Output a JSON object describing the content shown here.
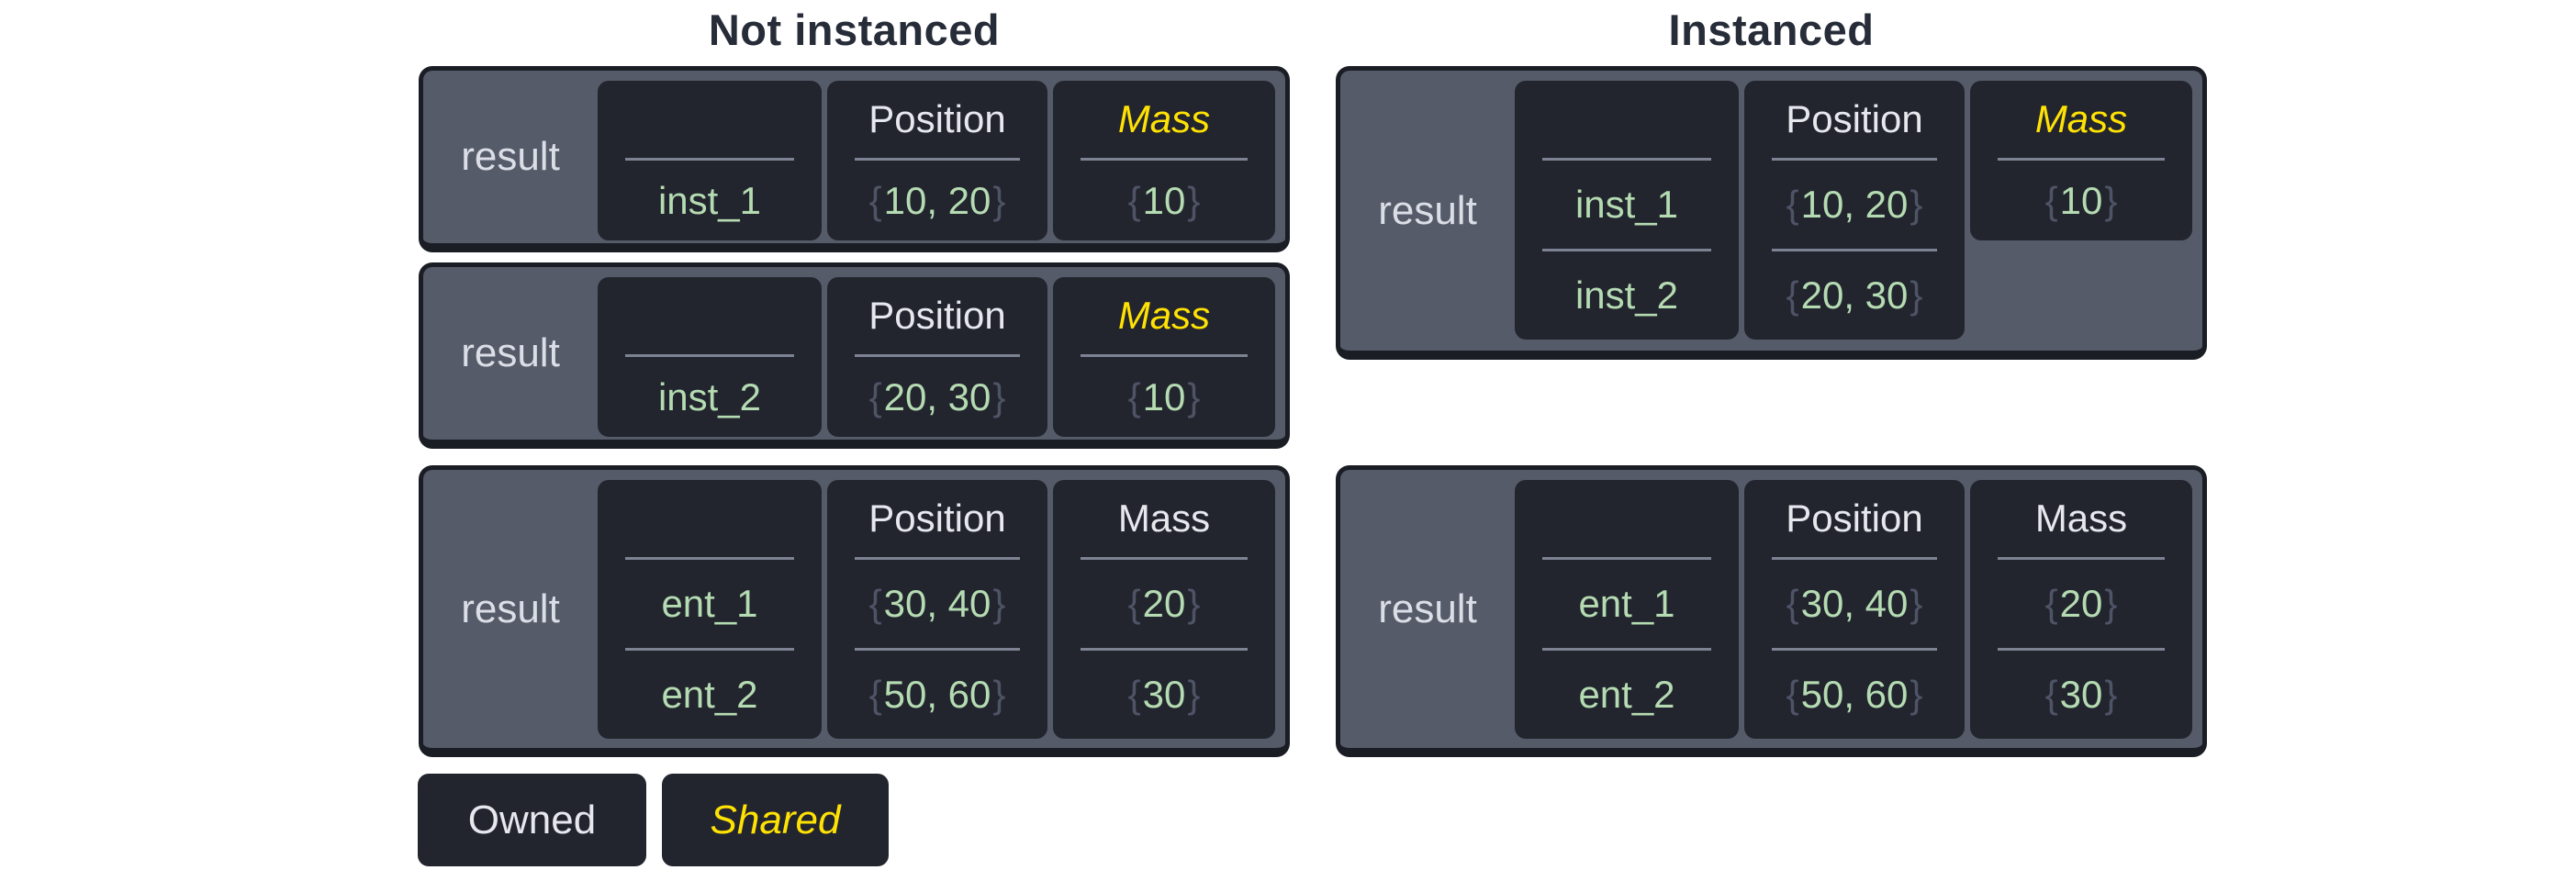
{
  "diagram": {
    "sections": [
      {
        "title": "Not instanced",
        "boxes": [
          {
            "label": "result",
            "cells": [
              {
                "header": "",
                "rows": [
                  {
                    "text": "inst_1"
                  }
                ]
              },
              {
                "header": "Position",
                "rows": [
                  {
                    "value": "10, 20",
                    "braced": true
                  }
                ]
              },
              {
                "header": "Mass",
                "shared": true,
                "rows": [
                  {
                    "value": "10",
                    "braced": true
                  }
                ]
              }
            ]
          },
          {
            "label": "result",
            "cells": [
              {
                "header": "",
                "rows": [
                  {
                    "text": "inst_2"
                  }
                ]
              },
              {
                "header": "Position",
                "rows": [
                  {
                    "value": "20, 30",
                    "braced": true
                  }
                ]
              },
              {
                "header": "Mass",
                "shared": true,
                "rows": [
                  {
                    "value": "10",
                    "braced": true
                  }
                ]
              }
            ]
          },
          {
            "label": "result",
            "cells": [
              {
                "header": "",
                "rows": [
                  {
                    "text": "ent_1"
                  },
                  {
                    "text": "ent_2"
                  }
                ]
              },
              {
                "header": "Position",
                "rows": [
                  {
                    "value": "30, 40",
                    "braced": true
                  },
                  {
                    "value": "50, 60",
                    "braced": true
                  }
                ]
              },
              {
                "header": "Mass",
                "rows": [
                  {
                    "value": "20",
                    "braced": true
                  },
                  {
                    "value": "30",
                    "braced": true
                  }
                ]
              }
            ]
          }
        ]
      },
      {
        "title": "Instanced",
        "boxes": [
          {
            "label": "result",
            "cells": [
              {
                "header": "",
                "rows": [
                  {
                    "text": "inst_1"
                  },
                  {
                    "text": "inst_2"
                  }
                ]
              },
              {
                "header": "Position",
                "rows": [
                  {
                    "value": "10, 20",
                    "braced": true
                  },
                  {
                    "value": "20, 30",
                    "braced": true
                  }
                ]
              },
              {
                "header": "Mass",
                "shared": true,
                "short": true,
                "rows": [
                  {
                    "value": "10",
                    "braced": true
                  }
                ]
              }
            ]
          },
          {
            "label": "result",
            "cells": [
              {
                "header": "",
                "rows": [
                  {
                    "text": "ent_1"
                  },
                  {
                    "text": "ent_2"
                  }
                ]
              },
              {
                "header": "Position",
                "rows": [
                  {
                    "value": "30, 40",
                    "braced": true
                  },
                  {
                    "value": "50, 60",
                    "braced": true
                  }
                ]
              },
              {
                "header": "Mass",
                "rows": [
                  {
                    "value": "20",
                    "braced": true
                  },
                  {
                    "value": "30",
                    "braced": true
                  }
                ]
              }
            ]
          }
        ]
      }
    ],
    "legend": {
      "items": [
        {
          "label": "Owned",
          "shared": false
        },
        {
          "label": "Shared",
          "shared": true
        }
      ]
    },
    "punctuation": {
      "brace_open": "{",
      "brace_close": "}"
    },
    "colors": {
      "background": "#ffffff",
      "title_text": "#272c39",
      "box_fill": "#565b69",
      "box_border": "#1a1d24",
      "cell_fill": "#22252e",
      "light_text": "#e6e8ee",
      "value_green": "#b5dbb2",
      "shared_yellow": "#ffe204",
      "brace_grey": "#4e5366",
      "divider_grey": "#7d8392"
    }
  }
}
